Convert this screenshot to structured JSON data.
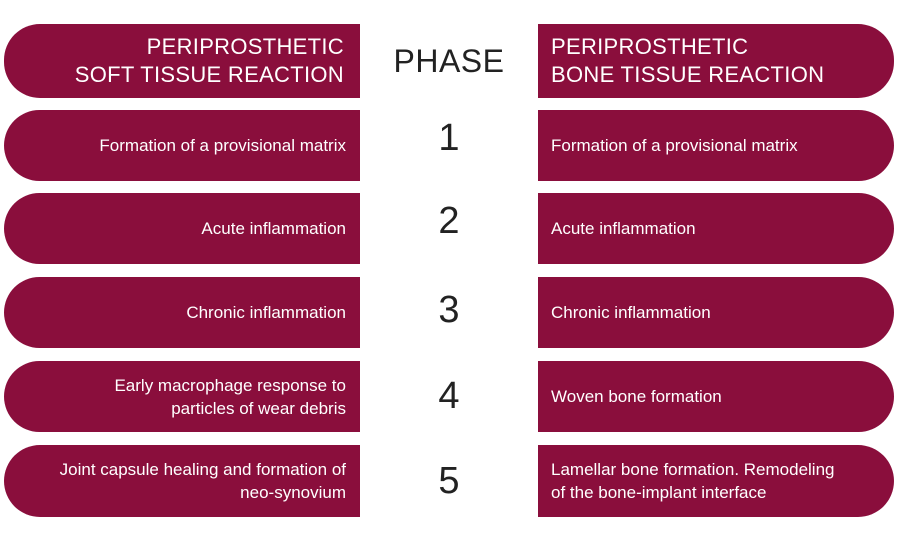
{
  "header": {
    "left": "PERIPROSTHETIC\nSOFT TISSUE REACTION",
    "center": "PHASE",
    "right": "PERIPROSTHETIC\nBONE TISSUE REACTION"
  },
  "rows": [
    {
      "phase": "1",
      "soft": "Formation of a provisional matrix",
      "bone": "Formation of a provisional matrix"
    },
    {
      "phase": "2",
      "soft": "Acute inflammation",
      "bone": "Acute inflammation"
    },
    {
      "phase": "3",
      "soft": "Chronic inflammation",
      "bone": "Chronic inflammation"
    },
    {
      "phase": "4",
      "soft": "Early macrophage response to\nparticles of wear debris",
      "bone": "Woven bone formation"
    },
    {
      "phase": "5",
      "soft": "Joint capsule healing and formation of\nneo-synovium",
      "bone": "Lamellar bone formation. Remodeling\nof the bone-implant interface"
    }
  ],
  "colors": {
    "pill": "#8a0e3c",
    "pill_text": "#ffffff",
    "phase_text": "#222222"
  }
}
